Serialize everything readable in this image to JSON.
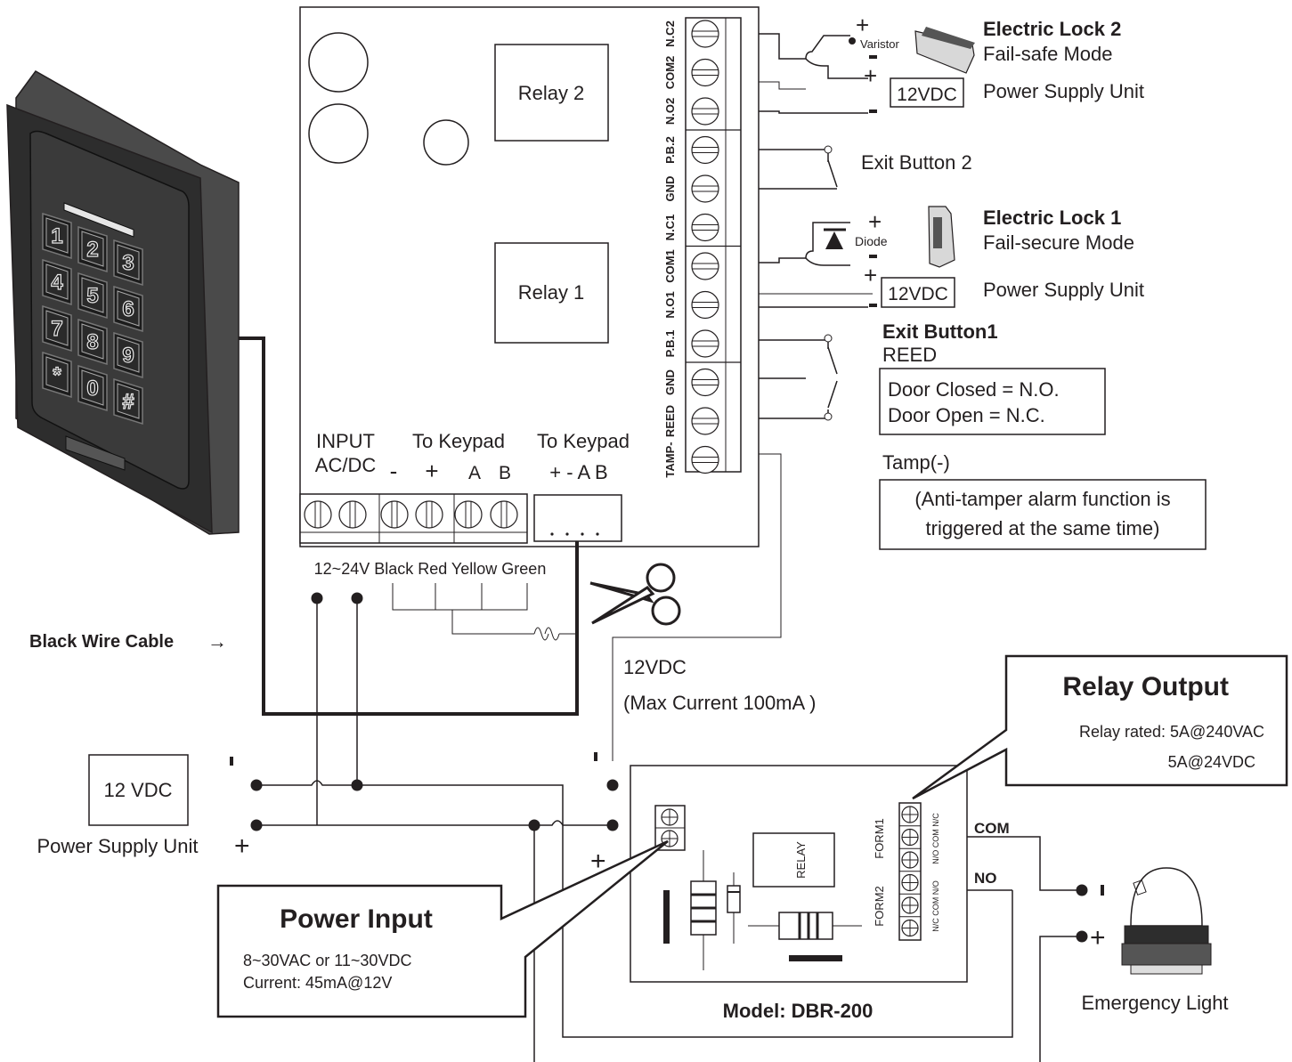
{
  "controller": {
    "relay2": "Relay 2",
    "relay1": "Relay 1",
    "terminal_labels": [
      "N.C2",
      "COM2",
      "N.O2",
      "P.B.2",
      "GND",
      "N.C1",
      "COM1",
      "N.O1",
      "P.B.1",
      "GND",
      "REED",
      "TAMP-"
    ],
    "input_label_line1": "INPUT",
    "input_label_line2": "AC/DC",
    "to_keypad_1": "To Keypad",
    "to_keypad_2": "To Keypad",
    "pins_1": [
      "-",
      "+",
      "A",
      "B"
    ],
    "pins_2": "+ - A B",
    "wire_colors": "12~24V Black Red Yellow Green"
  },
  "right": {
    "lock2_title": "Electric Lock 2",
    "lock2_mode": "Fail-safe Mode",
    "varistor": "Varistor",
    "psu_box": "12VDC",
    "psu_label": "Power Supply Unit",
    "exit2": "Exit Button 2",
    "lock1_title": "Electric Lock 1",
    "lock1_mode": "Fail-secure Mode",
    "diode": "Diode",
    "exit1": "Exit Button1",
    "reed": "REED",
    "door_closed": "Door Closed = N.O.",
    "door_open": "Door Open = N.C.",
    "tamp": "Tamp(-)",
    "tamp_note_1": "(Anti-tamper alarm function is",
    "tamp_note_2": "triggered at the same time)",
    "plus": "+",
    "minus": "-"
  },
  "left": {
    "black_wire": "Black Wire Cable",
    "arrow": "→",
    "psu_box": "12 VDC",
    "psu_label": "Power Supply Unit"
  },
  "middle": {
    "out_12vdc": "12VDC",
    "max_current": "(Max Current 100mA )"
  },
  "relay_output": {
    "title": "Relay Output",
    "rated_1": "Relay rated: 5A@240VAC",
    "rated_2": "5A@24VDC"
  },
  "power_input": {
    "title": "Power Input",
    "line1": "8~30VAC or 11~30VDC",
    "line2": "Current: 45mA@12V"
  },
  "dbr": {
    "relay": "RELAY",
    "form1": "FORM1",
    "form2": "FORM2",
    "pins_1": "N/O COM N/C",
    "pins_2": "N/C COM N/O",
    "com": "COM",
    "no": "NO",
    "model": "Model:  DBR-200",
    "emergency": "Emergency Light"
  },
  "keypad": {
    "keys": [
      "1",
      "2",
      "3",
      "4",
      "5",
      "6",
      "7",
      "8",
      "9",
      "*",
      "0",
      "#"
    ]
  }
}
